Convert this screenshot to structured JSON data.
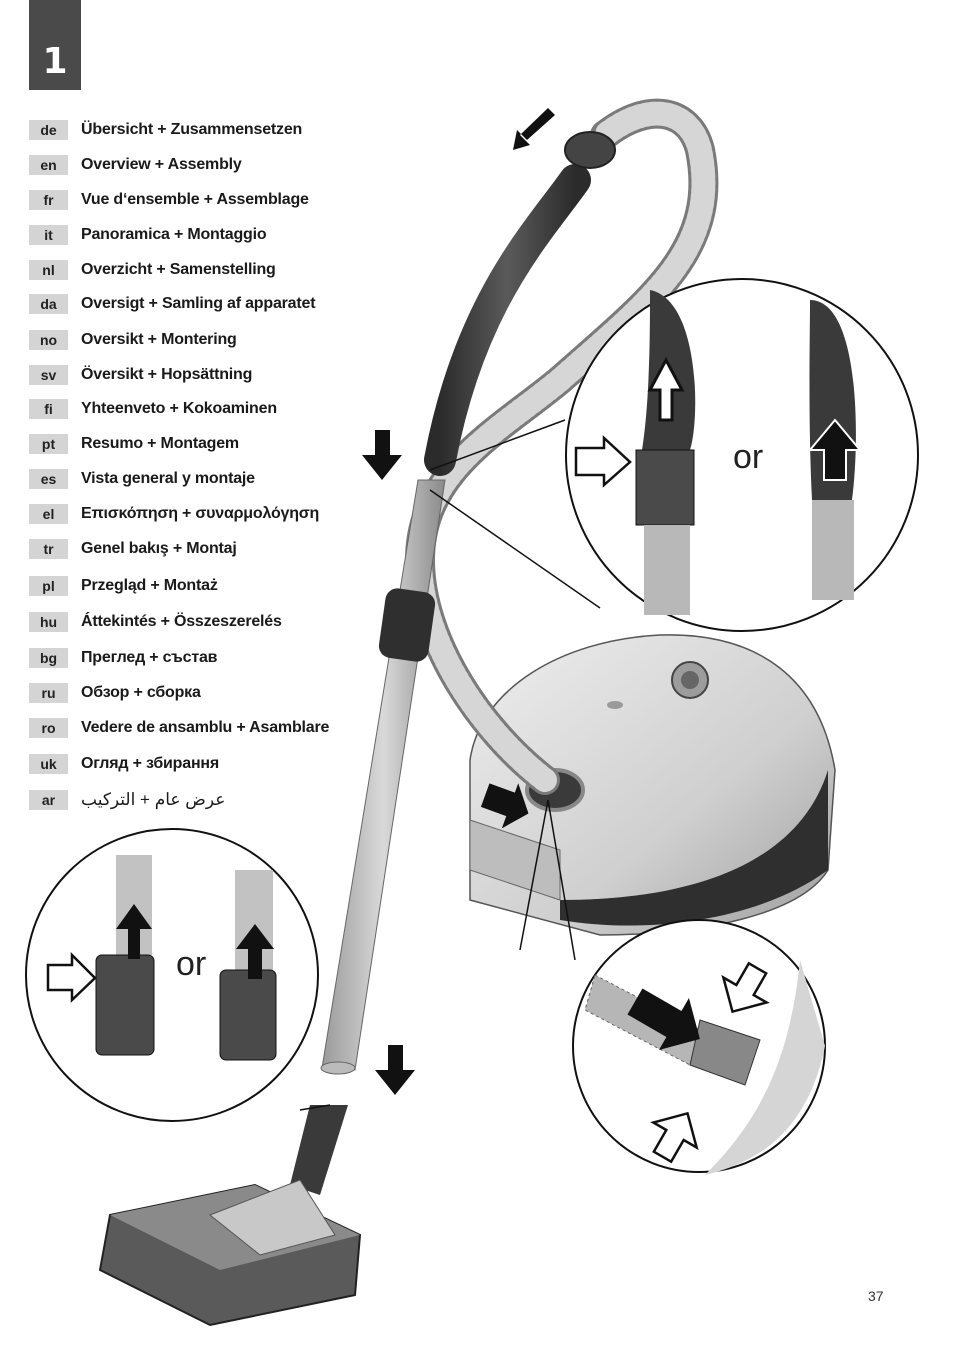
{
  "page": {
    "step_number": "1",
    "page_number": "37"
  },
  "languages": [
    {
      "code": "de",
      "title": "Übersicht + Zusammensetzen"
    },
    {
      "code": "en",
      "title": "Overview + Assembly"
    },
    {
      "code": "fr",
      "title": "Vue d‘ensemble + Assemblage"
    },
    {
      "code": "it",
      "title": "Panoramica + Montaggio"
    },
    {
      "code": "nl",
      "title": "Overzicht + Samenstelling"
    },
    {
      "code": "da",
      "title": "Oversigt + Samling af apparatet"
    },
    {
      "code": "no",
      "title": "Oversikt + Montering"
    },
    {
      "code": "sv",
      "title": "Översikt + Hopsättning"
    },
    {
      "code": "fi",
      "title": "Yhteenveto + Kokoaminen"
    },
    {
      "code": "pt",
      "title": "Resumo + Montagem"
    },
    {
      "code": "es",
      "title": "Vista general y montaje"
    },
    {
      "code": "el",
      "title": "Επισκόπηση + συναρμολόγηση"
    },
    {
      "code": "tr",
      "title": "Genel bakış + Montaj"
    },
    {
      "code": "pl",
      "title": "Przegląd + Montaż"
    },
    {
      "code": "hu",
      "title": "Áttekintés + Összeszerelés"
    },
    {
      "code": "bg",
      "title": "Преглед + състав"
    },
    {
      "code": "ru",
      "title": "Обзор + сборка"
    },
    {
      "code": "ro",
      "title": "Vedere de ansamblu + Asamblare"
    },
    {
      "code": "uk",
      "title": "Огляд + збирання"
    },
    {
      "code": "ar",
      "title": "عرض عام + التركيب"
    }
  ],
  "callouts": {
    "or_label_top": "or",
    "or_label_bottom": "or"
  },
  "colors": {
    "badge_bg": "#4a4a4a",
    "code_bg": "#d4d4d4",
    "device_dark": "#3a3a3a",
    "device_light": "#d8d8d8"
  }
}
